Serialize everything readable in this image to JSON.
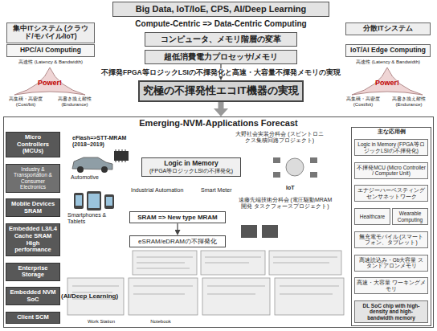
{
  "diagram": {
    "nodes": [
      {
        "text": [
          "Big Data, IoT/IoE, CPS, AI/Deep Learning"
        ]
      },
      {
        "text": [
          "集中ITシステム (クラウド/モバイル/IoT)"
        ]
      },
      {
        "text": [
          "HPC/AI Computing"
        ]
      },
      {
        "text": [
          "コンピュータ、メモリ階層の変革"
        ]
      },
      {
        "text": [
          "超低消費電力プロセッサ/メモリ"
        ]
      },
      {
        "text": [
          "究極の不揮発性エコIT機器の実現"
        ]
      },
      {
        "text": [
          "分散ITシステム"
        ]
      },
      {
        "text": [
          "IoT/AI Edge Computing"
        ]
      },
      {
        "text": [
          "Emerging-NVM-Applications Forecast"
        ]
      },
      {
        "text": [
          "Micro Controllers (MCUs)"
        ],
        "in": 8
      },
      {
        "text": [
          "Industry & Transportation & Consumer Electronics"
        ],
        "in": 8
      },
      {
        "text": [
          "Mobile Devices SRAM"
        ],
        "in": 8
      },
      {
        "text": [
          "Embedded L3/L4 Cache SRAM High performance"
        ],
        "in": 8
      },
      {
        "text": [
          "Enterprise Storage"
        ],
        "in": 8
      },
      {
        "text": [
          "Embedded NVM SoC"
        ],
        "in": 8
      },
      {
        "text": [
          "Client SCM"
        ],
        "in": 8
      },
      {
        "text": [
          "Logic in Memory",
          "(FPGA等ロジックLSIの不揮発化)"
        ],
        "in": 8
      },
      {
        "text": [
          "SRAM => New type MRAM"
        ],
        "in": 8
      },
      {
        "text": [
          "eSRAM/eDRAMの不揮発化"
        ],
        "in": 8
      },
      {
        "text": [
          "主な応用例"
        ],
        "in": 8
      },
      {
        "text": [
          "Logic in Memory (FPGA等ロジックLSIの不揮発化)"
        ],
        "in": 19
      },
      {
        "text": [
          "不揮発MCU (Micro Controller / Computer Unit)"
        ],
        "in": 19
      },
      {
        "text": [
          "エナジーハーベスティング センサネットワーク"
        ],
        "in": 19
      },
      {
        "text": [
          "Healthcare"
        ],
        "in": 19
      },
      {
        "text": [
          "Wearable Computing"
        ],
        "in": 19
      },
      {
        "text": [
          "無充電モバイル (スマートフォン、タブレット)"
        ],
        "in": 19
      },
      {
        "text": [
          "高速読込み・Gb大容量 スタンドアロンメモリ"
        ],
        "in": 19
      },
      {
        "text": [
          "高速・大容量 ワーキングメモリ"
        ],
        "in": 19
      },
      {
        "text": [
          "DL SoC chip with high-density and high-bandwidth memory"
        ],
        "in": 19
      }
    ],
    "edges": [
      {
        "from": 4,
        "to": 5,
        "arrow": "to",
        "label": "不揮発FPGA等ロジックLSIの不揮発化と高速・大容量不揮発メモリの実現"
      },
      {
        "from": 5,
        "to": 8,
        "arrow": "to"
      },
      {
        "from": 17,
        "to": 18,
        "arrow": "to"
      }
    ],
    "labels": [
      "Compute-Centric => Data-Centric Computing",
      "高速性 (Latency & Bandwidth)",
      "Power!",
      "高集積・高密度 (Cost/bit)",
      "高書き換え耐性 (Endurance)",
      "高速性 (Latency & Bandwidth)",
      "Power!",
      "高集積・高密度 (Cost/bit)",
      "高書き換え耐性 (Endurance)",
      "eFlash=>STT-MRAM (2018~2019)",
      "Automotive",
      "Industrial Automation",
      "Smart Meter",
      "大野社会実装分科会 (スピントロニクス集積回路プロジェクト)",
      "IoT",
      "遠藤先端技術分科会 (電圧駆動MRAM開発 タスクフォースプロジェクト)",
      "Smartphones & Tablets",
      "(AI/Deep Learning)",
      "Work Station",
      "Notebook"
    ]
  }
}
